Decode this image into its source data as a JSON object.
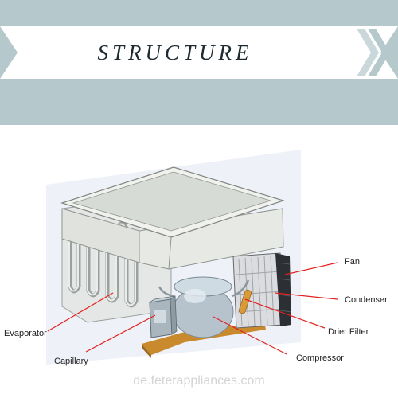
{
  "header": {
    "title": "STRUCTURE",
    "band_color": "#b5c8cc",
    "ribbon_color": "#ffffff"
  },
  "diagram": {
    "labels": {
      "fan": "Fan",
      "condenser": "Condenser",
      "drier_filter": "Drier Filter",
      "compressor": "Compressor",
      "evaporator": "Evaporator",
      "capillary": "Capillary"
    },
    "leader_color": "#e32222"
  },
  "watermark": "de.feterappliances.com"
}
